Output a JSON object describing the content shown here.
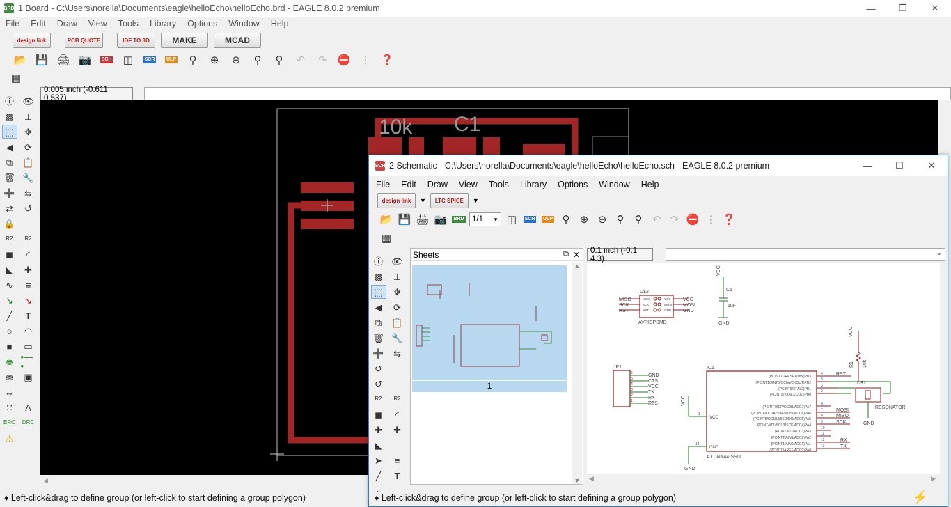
{
  "board_window": {
    "title": "1 Board - C:\\Users\\norella\\Documents\\eagle\\helloEcho\\helloEcho.brd - EAGLE 8.0.2 premium",
    "app_icon": "BRD",
    "menu": [
      "File",
      "Edit",
      "Draw",
      "View",
      "Tools",
      "Library",
      "Options",
      "Window",
      "Help"
    ],
    "buttons": {
      "designlink": "design link",
      "pcb_quote": "PCB QUOTE",
      "idf": "IDF TO 3D",
      "make": "MAKE",
      "mcad": "MCAD"
    },
    "coord": "0.005 inch (-0.611 0.537)",
    "status": "♦ Left-click&drag to define group (or left-click to start defining a group polygon)",
    "labels": {
      "r_name": "10k",
      "c_name": "C1"
    }
  },
  "schematic_window": {
    "title": "2 Schematic - C:\\Users\\norella\\Documents\\eagle\\helloEcho\\helloEcho.sch - EAGLE 8.0.2 premium",
    "app_icon": "SCH",
    "menu": [
      "File",
      "Edit",
      "Draw",
      "View",
      "Tools",
      "Library",
      "Options",
      "Window",
      "Help"
    ],
    "buttons": {
      "designlink": "design link",
      "ltspice": "LTC SPICE"
    },
    "sheet_select": "1/1",
    "coord": "0.1 inch (-0.1 4.3)",
    "sheets_title": "Sheets",
    "sheet_number": "1",
    "status": "♦ Left-click&drag to define group (or left-click to start defining a group polygon)",
    "schematic": {
      "u2_name": "U$2",
      "u2_value": "AVRISPSMD",
      "u2_pins_left": [
        "MISO",
        "SCK",
        "RST"
      ],
      "u2_pins_right": [
        "VCC",
        "MOSI",
        "GND"
      ],
      "u2_inner_left": [
        "MISO",
        "SCK",
        "RST"
      ],
      "u2_inner_right": [
        "VCC",
        "MOSI",
        "GND"
      ],
      "vcc": "VCC",
      "gnd": "GND",
      "c1": "C1",
      "c1_val": "1uF",
      "r1": "R1",
      "r1_val": "10k",
      "jp1": "JP1",
      "jp1_pins": [
        "GND",
        "CTS",
        "VCC",
        "TX",
        "RX",
        "RTS"
      ],
      "jp1_nums": [
        "6",
        "5",
        "4",
        "3",
        "2",
        "1"
      ],
      "ic1": "IC1",
      "ic1_value": "ATTINY44-SSU",
      "ic1_portb": [
        "(PCINT11/RESET/DW)PB3",
        "(PCINT10/INT0/OC0A/CKOUT)PB2",
        "(PCINT9/XTAL2)PB1",
        "(PCINT8/XTAL1/CLKI)PB0"
      ],
      "ic1_portb_nums": [
        "4",
        "5",
        "3",
        "2"
      ],
      "ic1_porta": [
        "(PCINT7/ICP/OC0B/ADC7)PA7",
        "(PCINT6/OC1A/SDA/MOSI/ADC6)PA6",
        "(PCINT5/OC1B/MISO/DO/ADC5)PA5",
        "(PCINT4/T1/SCL/USCK/ADC4)PA4",
        "(PCINT3/T0/ADC3)PA3",
        "(PCINT2/AIN1/ADC2)PA2",
        "(PCINT1/AIN0/ADC1)PA1",
        "(PCINT0/AREF/ADC0)PA0"
      ],
      "ic1_porta_nums": [
        "6",
        "7",
        "8",
        "9",
        "10",
        "11",
        "12",
        "13"
      ],
      "ic1_net_labels": [
        "RST",
        "MOSI",
        "MISO",
        "SCK",
        "RX",
        "TX"
      ],
      "ic1_vcc": "VCC",
      "ic1_gnd": "GND",
      "ic1_vcc_num": "1",
      "ic1_gnd_num": "14",
      "u1": "U$1",
      "resonator": "RESONATOR"
    }
  },
  "colors": {
    "trace": "#a22626",
    "board_bg": "#000000",
    "thumb_bg": "#b8d8ef",
    "accent": "#1683d8",
    "net": "#1f7a1f",
    "sym": "#8c1d1d"
  }
}
